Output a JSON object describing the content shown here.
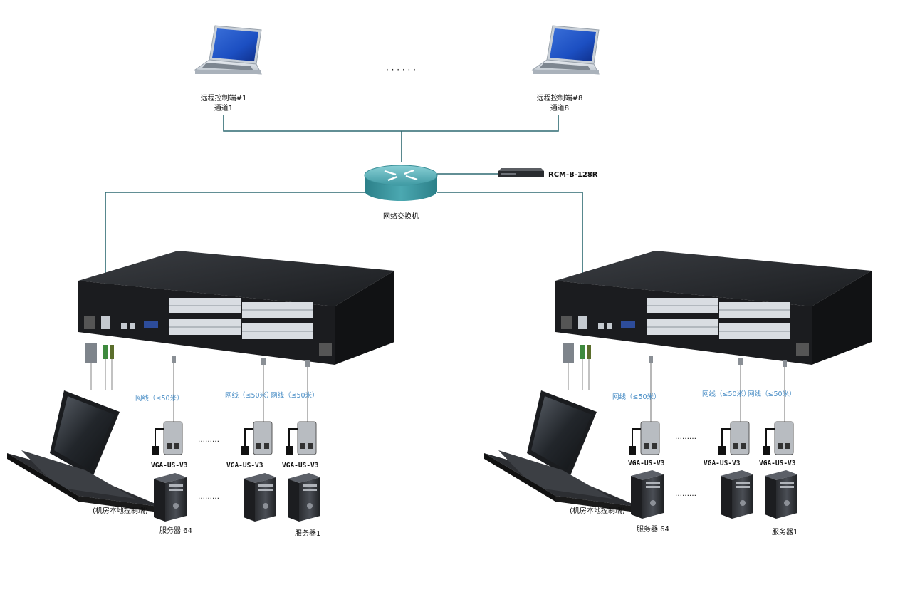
{
  "remote_clients": [
    {
      "line1": "远程控制端#1",
      "line2": "通道1"
    },
    {
      "line1": "远程控制端#8",
      "line2": "通道8"
    }
  ],
  "ellipsis_top": "· · · · · ·",
  "switch_label": "网络交换机",
  "rcm_label": "RCM-B-128R",
  "groups": [
    {
      "cable_labels": [
        "网线（≤50米）",
        "网线（≤50米）",
        "网线（≤50米）"
      ],
      "adapter_labels": [
        "VGA-US-V3",
        "VGA-US-V3",
        "VGA-US-V3"
      ],
      "adapter_ellipsis": "………",
      "server_ellipsis": "………",
      "local_console": "(机房本地控制端)",
      "server_left": "服务器 64",
      "server_right": "服务器1"
    },
    {
      "cable_labels": [
        "网线（≤50米）",
        "网线（≤50米）",
        "网线（≤50米）"
      ],
      "adapter_labels": [
        "VGA-US-V3",
        "VGA-US-V3",
        "VGA-US-V3"
      ],
      "adapter_ellipsis": "………",
      "server_ellipsis": "………",
      "local_console": "(机房本地控制端)",
      "server_left": "服务器 64",
      "server_right": "服务器1"
    }
  ]
}
